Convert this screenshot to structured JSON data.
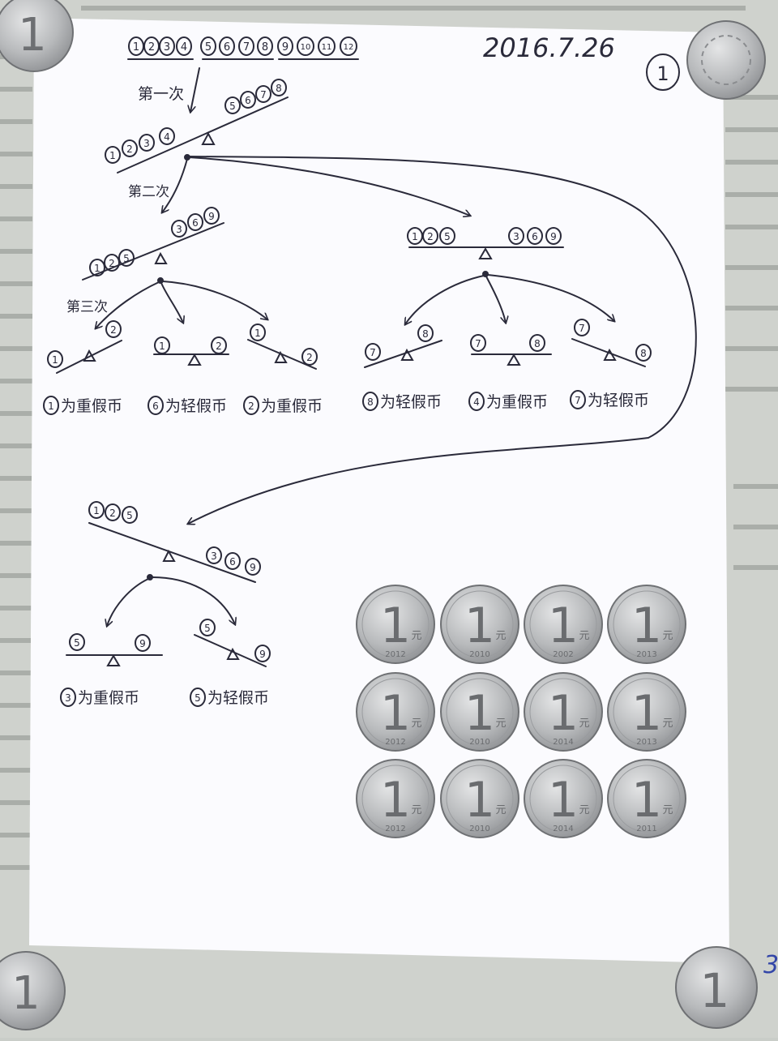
{
  "date": "2016.7.26",
  "page_number": "1",
  "corner_mark": "3",
  "coins_top": [
    "1",
    "2",
    "3",
    "4",
    "5",
    "6",
    "7",
    "8",
    "9",
    "10",
    "11",
    "12"
  ],
  "step_labels": {
    "first": "第一次",
    "second": "第二次",
    "third": "第三次"
  },
  "scales": {
    "step1": {
      "left": [
        "1",
        "2",
        "3",
        "4"
      ],
      "right": [
        "5",
        "6",
        "7",
        "8"
      ]
    },
    "step2a": {
      "left": [
        "1",
        "2",
        "5"
      ],
      "right": [
        "3",
        "6",
        "9"
      ]
    },
    "step2b": {
      "left": [
        "1",
        "2",
        "5"
      ],
      "right": [
        "3",
        "6",
        "9"
      ]
    },
    "step2c": {
      "left": [
        "1",
        "2",
        "5"
      ],
      "right": [
        "3",
        "6",
        "9"
      ]
    },
    "t1": {
      "left": "1",
      "right": "2"
    },
    "t2": {
      "left": "1",
      "right": "2"
    },
    "t3": {
      "left": "1",
      "right": "2"
    },
    "t4": {
      "left": "7",
      "right": "8"
    },
    "t5": {
      "left": "7",
      "right": "8"
    },
    "t6": {
      "left": "7",
      "right": "8"
    },
    "t7": {
      "left": "5",
      "right": "9"
    },
    "t8": {
      "left": "5",
      "right": "9"
    }
  },
  "results": {
    "r1": {
      "num": "1",
      "text": "为重假币"
    },
    "r2": {
      "num": "6",
      "text": "为轻假币"
    },
    "r3": {
      "num": "2",
      "text": "为重假币"
    },
    "r4": {
      "num": "8",
      "text": "为轻假币"
    },
    "r5": {
      "num": "4",
      "text": "为重假币"
    },
    "r6": {
      "num": "7",
      "text": "为轻假币"
    },
    "r7": {
      "num": "3",
      "text": "为重假币"
    },
    "r8": {
      "num": "5",
      "text": "为轻假币"
    }
  },
  "coin_photo": {
    "denomination": "1",
    "unit": "元",
    "years": [
      "2012",
      "2010",
      "2002",
      "2013",
      "2012",
      "2010",
      "2014",
      "2013",
      "2012",
      "2010",
      "2014",
      "2011"
    ]
  },
  "colors": {
    "ink": "#2a2a3a",
    "paper": "#fbfbfe",
    "coin": "#b9bbbd"
  }
}
